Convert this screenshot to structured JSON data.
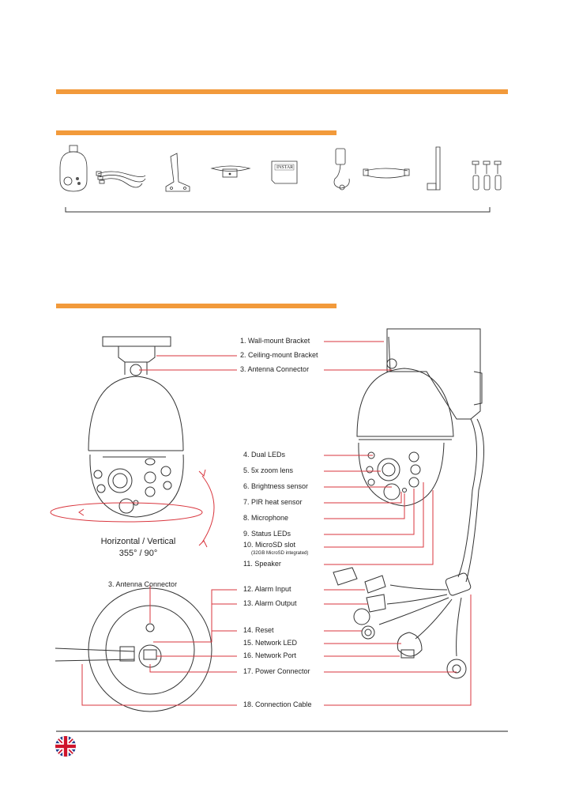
{
  "package_items": [
    {
      "icon": "ptz-camera-icon"
    },
    {
      "icon": "cable-harness-icon"
    },
    {
      "icon": "wall-bracket-icon"
    },
    {
      "icon": "ceiling-plate-icon"
    },
    {
      "icon": "microsd-card-icon",
      "text": "INSTAR"
    },
    {
      "icon": "power-adapter-icon"
    },
    {
      "icon": "network-cable-icon"
    },
    {
      "icon": "antenna-icon"
    },
    {
      "icon": "screws-anchors-icon"
    }
  ],
  "rotation": {
    "line1": "Horizontal / Vertical",
    "line2": "355° / 90°"
  },
  "bottom_view_label": "3. Antenna Connector",
  "labels": {
    "l1": "1. Wall-mount Bracket",
    "l2": "2. Ceiling-mount Bracket",
    "l3": "3. Antenna Connector",
    "l4": "4. Dual LEDs",
    "l5": "5. 5x zoom lens",
    "l6": "6. Brightness sensor",
    "l7": "7. PIR heat sensor",
    "l8": "8. Microphone",
    "l9": "9. Status LEDs",
    "l10": "10. MicroSD slot",
    "l10_note": "(32GB MicroSD integrated)",
    "l11": "11. Speaker",
    "l12": "12. Alarm Input",
    "l13": "13. Alarm Output",
    "l14": "14. Reset",
    "l15": "15. Network LED",
    "l16": "16. Network Port",
    "l17": "17. Power Connector",
    "l18": "18. Connection Cable"
  },
  "colors": {
    "accent": "#f29a3b",
    "leader": "#d9363e",
    "line": "#333333"
  },
  "footer": {
    "flag_icon": "uk-flag-icon"
  }
}
